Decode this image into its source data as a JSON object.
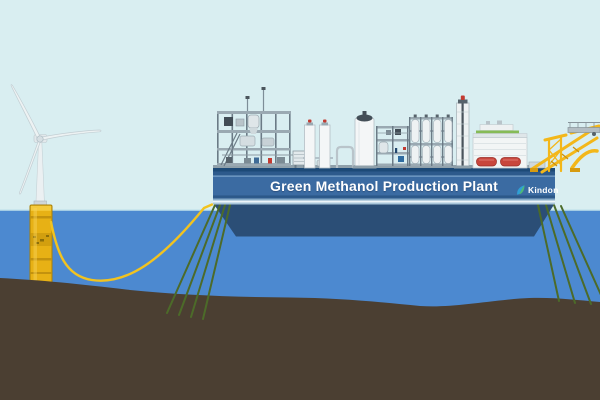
{
  "scene": {
    "title": "Green Methanol Production Plant",
    "brand": {
      "name": "Kindon",
      "icon": "leaf-swoosh-icon"
    },
    "labels": {
      "sky": "sky",
      "sea": "sea",
      "seabed": "seabed",
      "wind_turbine": "floating wind turbine",
      "spar_buoy": "yellow spar foundation",
      "power_cable": "subsea power cable",
      "platform_hull": "floating production platform hull",
      "submerged_hull": "submerged hull section",
      "mooring_lines_left": "port mooring lines",
      "mooring_lines_right": "starboard mooring lines",
      "topside_plant": "methanol process plant topsides",
      "quarters_module": "white module with red tanks",
      "crane": "yellow offloading crane boom"
    },
    "colors": {
      "sky": "#d9eef1",
      "sea": "#4c89d0",
      "seabed": "#4b3f32",
      "hull": "#2d5a8c",
      "hull_band": "#3b6ba2",
      "submerged_hull": "#2b4e76",
      "mooring_line": "#4c6b29",
      "power_cable": "#f2c31f",
      "spar_yellow": "#e7b115",
      "crane_yellow": "#f3b71a",
      "tank_red": "#c8463c",
      "roof_green": "#86bb57",
      "title_text": "#ffffff"
    }
  }
}
